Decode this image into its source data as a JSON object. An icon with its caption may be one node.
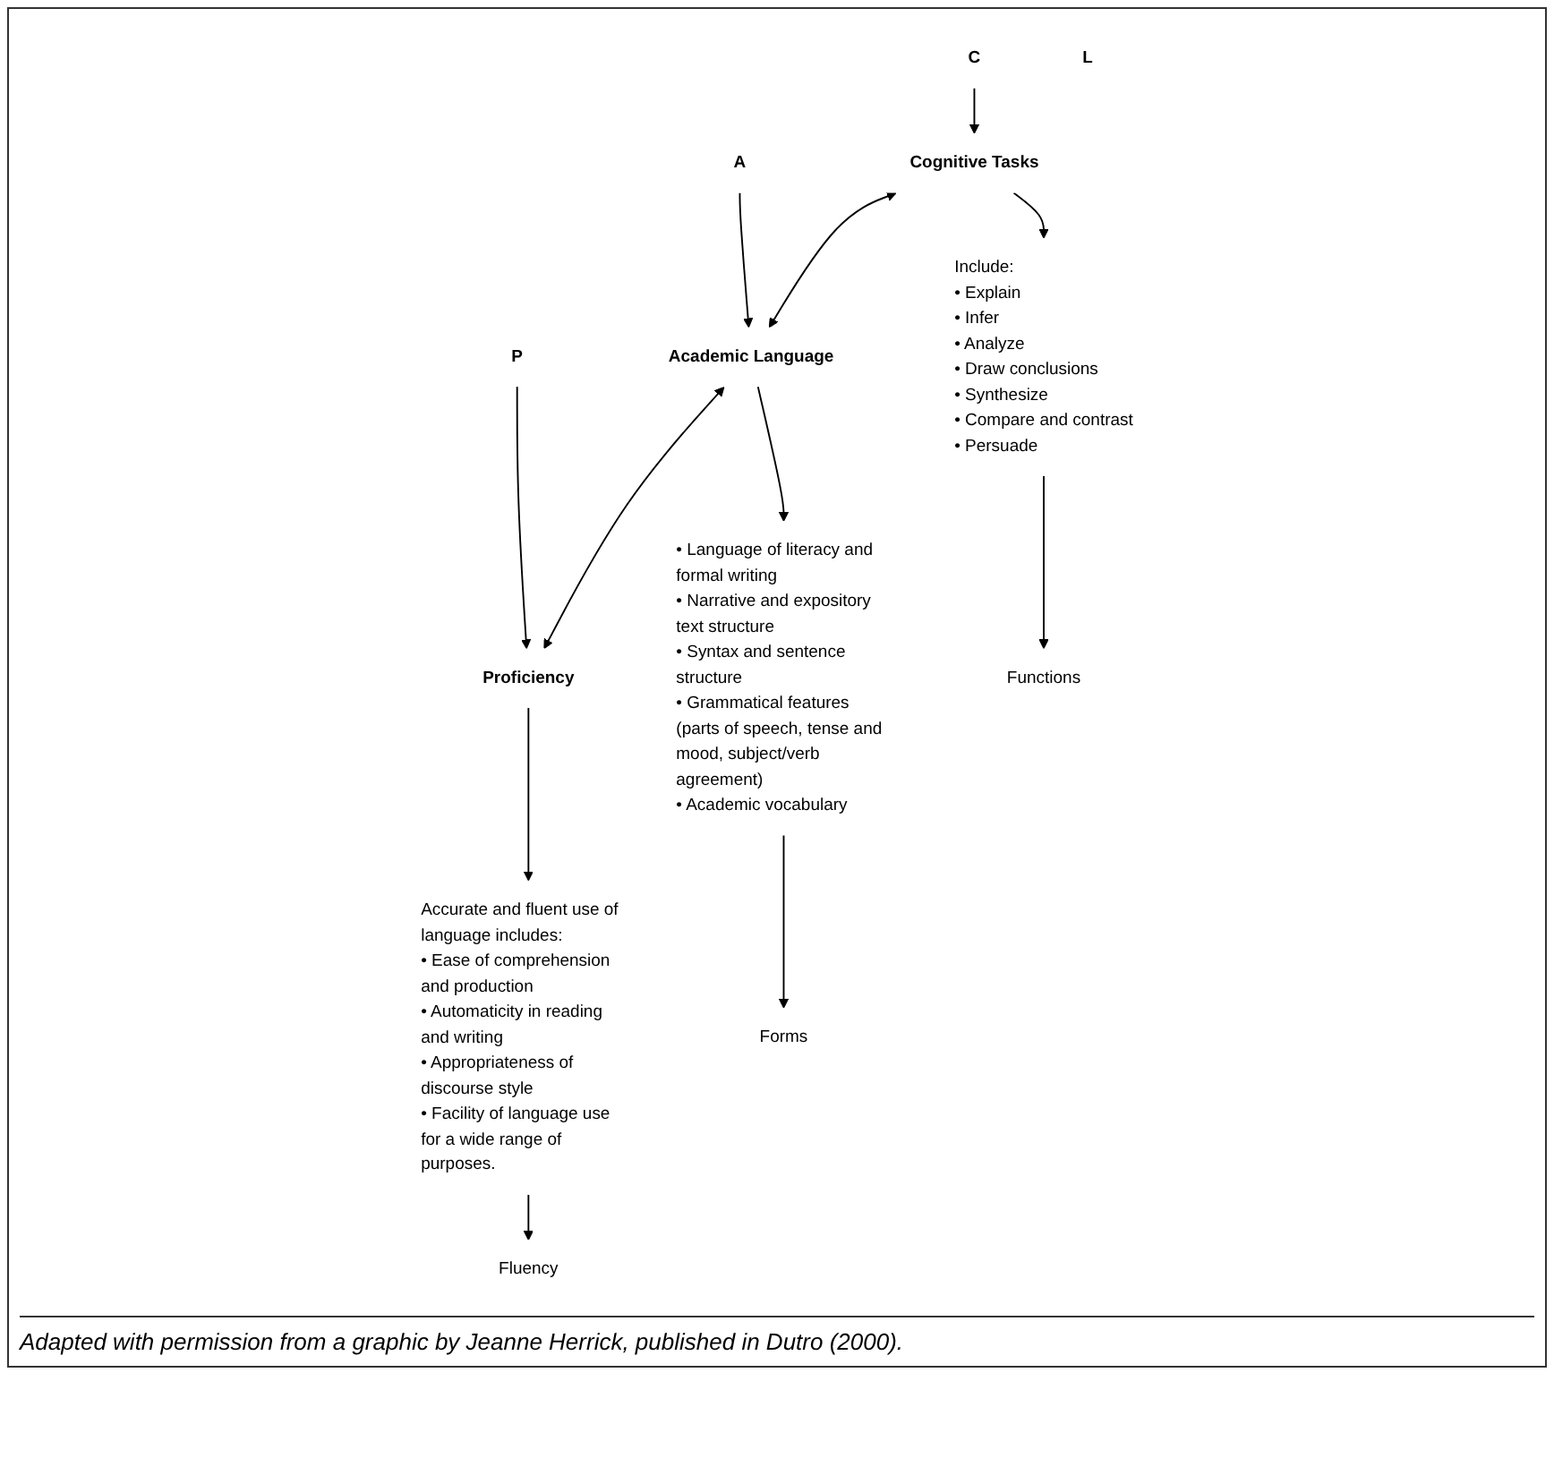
{
  "diagram": {
    "caption": "Adapted with permission from a graphic by Jeanne Herrick, published in Dutro (2000).",
    "nodes": [
      {
        "text": [
          "C"
        ]
      },
      {
        "text": [
          "A"
        ]
      },
      {
        "text": [
          "L"
        ]
      },
      {
        "text": [
          "P"
        ]
      },
      {
        "text": [
          "Cognitive Tasks"
        ]
      },
      {
        "text": [
          "Academic Language"
        ]
      },
      {
        "text": [
          "Proficiency"
        ]
      },
      {
        "text": [
          "Include:",
          "• Explain",
          "• Infer",
          "• Analyze",
          "• Draw conclusions",
          "• Synthesize",
          "• Compare and contrast",
          "• Persuade"
        ]
      },
      {
        "text": [
          "• Language of literacy and formal writing",
          "• Narrative and expository text structure",
          "• Syntax and sentence structure",
          "• Grammatical features (parts of speech, tense and mood, subject/verb agreement)",
          "• Academic vocabulary"
        ]
      },
      {
        "text": [
          "Accurate and fluent use of language includes:",
          "• Ease of comprehension and production",
          "• Automaticity in reading and writing",
          "• Appropriateness of discourse style",
          "• Facility of language use for a wide range of purposes."
        ]
      },
      {
        "text": [
          "Functions"
        ]
      },
      {
        "text": [
          "Forms"
        ]
      },
      {
        "text": [
          "Fluency"
        ]
      }
    ],
    "edges": [
      {
        "from": 0,
        "to": 4,
        "arrow": "to"
      },
      {
        "from": 1,
        "to": 5,
        "arrow": "to"
      },
      {
        "from": 3,
        "to": 6,
        "arrow": "to"
      },
      {
        "from": 4,
        "to": 5,
        "arrow": "both"
      },
      {
        "from": 5,
        "to": 6,
        "arrow": "both"
      },
      {
        "from": 4,
        "to": 7,
        "arrow": "to"
      },
      {
        "from": 5,
        "to": 8,
        "arrow": "to"
      },
      {
        "from": 6,
        "to": 9,
        "arrow": "to"
      },
      {
        "from": 7,
        "to": 10,
        "arrow": "to"
      },
      {
        "from": 8,
        "to": 11,
        "arrow": "to"
      },
      {
        "from": 9,
        "to": 12,
        "arrow": "to"
      }
    ]
  }
}
